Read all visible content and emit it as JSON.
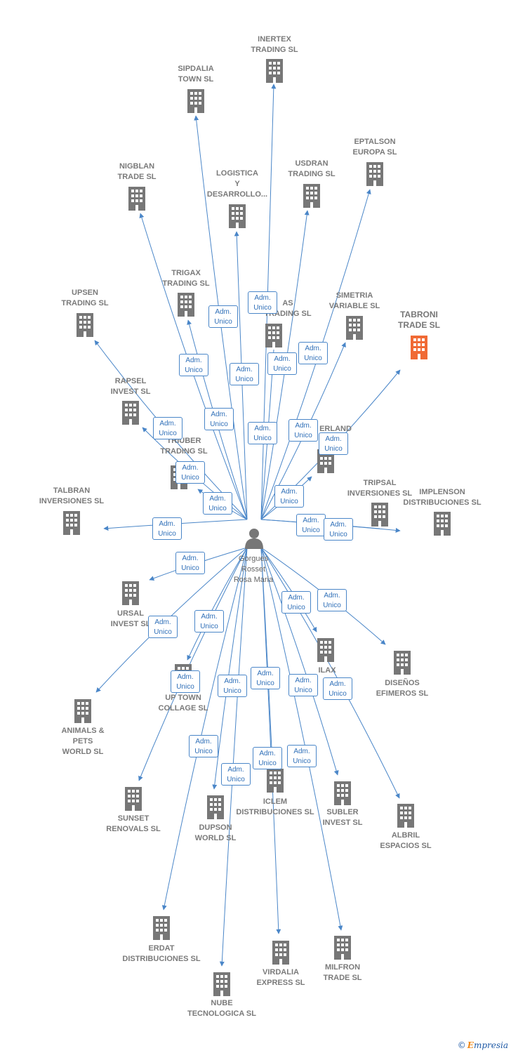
{
  "colors": {
    "edge": "#4a86c8",
    "building": "#777777",
    "highlight": "#f06a35",
    "badge_text": "#2f6fb8"
  },
  "center": {
    "name": "Gorgues\nRosset\nRosa Maria",
    "icon": "person-icon"
  },
  "role_label": "Adm.\nUnico",
  "companies": [
    {
      "id": "inertex",
      "name": "INERTEX\nTRADING SL"
    },
    {
      "id": "sipdalia",
      "name": "SIPDALIA\nTOWN SL"
    },
    {
      "id": "eptalson",
      "name": "EPTALSON\nEUROPA SL"
    },
    {
      "id": "nigblan",
      "name": "NIGBLAN\nTRADE SL"
    },
    {
      "id": "logistica",
      "name": "LOGISTICA\nY\nDESARROLLO..."
    },
    {
      "id": "usdran",
      "name": "USDRAN\nTRADING SL"
    },
    {
      "id": "trigax",
      "name": "TRIGAX\nTRADING SL"
    },
    {
      "id": "upsen",
      "name": "UPSEN\nTRADING SL"
    },
    {
      "id": "simetria",
      "name": "SIMETRIA\nVARIABLE SL"
    },
    {
      "id": "tabroni",
      "name": "TABRONI\nTRADE  SL"
    },
    {
      "id": "as_trading",
      "name": "AS\nTRADING SL"
    },
    {
      "id": "rapsel",
      "name": "RAPSEL\nINVEST SL"
    },
    {
      "id": "erland",
      "name": "ERLAND"
    },
    {
      "id": "triuber",
      "name": "TRIUBER\nTRADING SL"
    },
    {
      "id": "tripsal",
      "name": "TRIPSAL\nINVERSIONES SL"
    },
    {
      "id": "implenson",
      "name": "IMPLENSON\nDISTRIBUCIONES SL"
    },
    {
      "id": "talbran",
      "name": "TALBRAN\nINVERSIONES SL"
    },
    {
      "id": "ursal",
      "name": "URSAL\nINVEST SL"
    },
    {
      "id": "ilax",
      "name": "ILAX"
    },
    {
      "id": "disenos",
      "name": "DISEÑOS\nEFIMEROS SL"
    },
    {
      "id": "animals",
      "name": "ANIMALS &\nPETS\nWORLD SL"
    },
    {
      "id": "uptown",
      "name": "UP TOWN\nCOLLAGE SL"
    },
    {
      "id": "sunset",
      "name": "SUNSET\nRENOVALS SL"
    },
    {
      "id": "dupson",
      "name": "DUPSON\nWORLD SL"
    },
    {
      "id": "iclem",
      "name": "ICLEM\nDISTRIBUCIONES SL"
    },
    {
      "id": "subler",
      "name": "SUBLER\nINVEST SL"
    },
    {
      "id": "albril",
      "name": "ALBRIL\nESPACIOS SL"
    },
    {
      "id": "erdat",
      "name": "ERDAT\nDISTRIBUCIONES SL"
    },
    {
      "id": "virdalia",
      "name": "VIRDALIA\nEXPRESS SL"
    },
    {
      "id": "milfron",
      "name": "MILFRON\nTRADE SL"
    },
    {
      "id": "nube",
      "name": "NUBE\nTECNOLOGICA SL"
    }
  ],
  "footer": {
    "copyright": "©",
    "brand_first": "E",
    "brand_rest": "mpresia"
  }
}
